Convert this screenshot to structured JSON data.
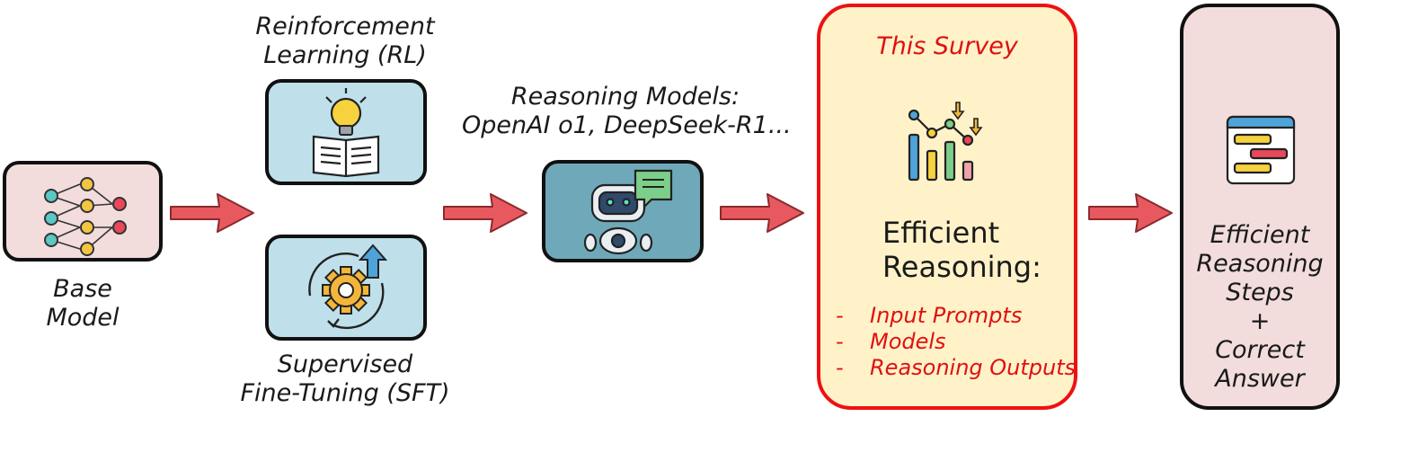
{
  "base_model": {
    "label_line1": "Base",
    "label_line2": "Model"
  },
  "rl": {
    "label_line1": "Reinforcement",
    "label_line2": "Learning (RL)"
  },
  "sft": {
    "label_line1": "Supervised",
    "label_line2": "Fine-Tuning (SFT)"
  },
  "reasoning_models": {
    "label_line1": "Reasoning Models:",
    "label_line2": "OpenAI o1, DeepSeek-R1..."
  },
  "survey": {
    "title": "This Survey",
    "heading_line1": "Efficient",
    "heading_line2": "Reasoning:",
    "bullet_marker": "-",
    "items": [
      "Input Prompts",
      "Models",
      "Reasoning Outputs"
    ]
  },
  "output": {
    "line1": "Efficient",
    "line2": "Reasoning",
    "line3": "Steps",
    "line4": "+",
    "line5": "Correct",
    "line6": "Answer"
  },
  "colors": {
    "pink_box": "#f2dcdc",
    "blue_box": "#bfe0ea",
    "teal_box": "#6fa9b9",
    "survey_fill": "#fff2c9",
    "survey_border": "#ee1111",
    "arrow": "#e8595f",
    "accent_red": "#e01010"
  }
}
